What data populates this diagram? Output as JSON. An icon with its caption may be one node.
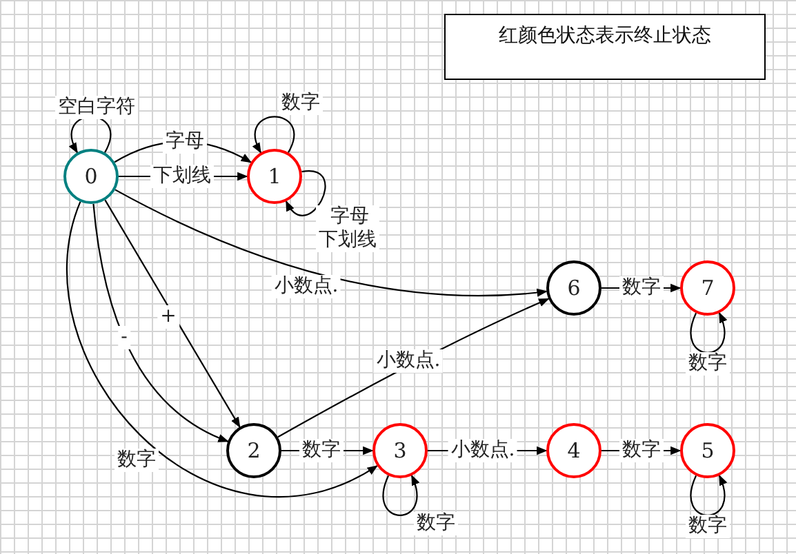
{
  "diagram": {
    "nodes": [
      {
        "text": [
          "0"
        ]
      },
      {
        "text": [
          "1"
        ]
      },
      {
        "text": [
          "2"
        ]
      },
      {
        "text": [
          "3"
        ]
      },
      {
        "text": [
          "4"
        ]
      },
      {
        "text": [
          "5"
        ]
      },
      {
        "text": [
          "6"
        ]
      },
      {
        "text": [
          "7"
        ]
      },
      {
        "text": [
          "红颜色状态表示终止状态"
        ]
      }
    ],
    "edges": [
      {
        "from": 0,
        "to": 0,
        "arrow": "to",
        "label": "空白字符"
      },
      {
        "from": 0,
        "to": 1,
        "arrow": "to",
        "label": "字母"
      },
      {
        "from": 0,
        "to": 1,
        "arrow": "to",
        "label": "下划线"
      },
      {
        "from": 1,
        "to": 1,
        "arrow": "to",
        "label": "数字"
      },
      {
        "from": 1,
        "to": 1,
        "arrow": "to",
        "label": "字母下划线"
      },
      {
        "from": 0,
        "to": 6,
        "arrow": "to",
        "label": "小数点."
      },
      {
        "from": 0,
        "to": 2,
        "arrow": "to",
        "label": "+"
      },
      {
        "from": 0,
        "to": 2,
        "arrow": "to",
        "label": "-"
      },
      {
        "from": 0,
        "to": 3,
        "arrow": "to",
        "label": "数字"
      },
      {
        "from": 2,
        "to": 6,
        "arrow": "to",
        "label": "小数点."
      },
      {
        "from": 2,
        "to": 3,
        "arrow": "to",
        "label": "数字"
      },
      {
        "from": 3,
        "to": 3,
        "arrow": "to",
        "label": "数字"
      },
      {
        "from": 3,
        "to": 4,
        "arrow": "to",
        "label": "小数点."
      },
      {
        "from": 4,
        "to": 5,
        "arrow": "to",
        "label": "数字"
      },
      {
        "from": 5,
        "to": 5,
        "arrow": "to",
        "label": "数字"
      },
      {
        "from": 6,
        "to": 7,
        "arrow": "to",
        "label": "数字"
      },
      {
        "from": 7,
        "to": 7,
        "arrow": "to",
        "label": "数字"
      }
    ]
  }
}
